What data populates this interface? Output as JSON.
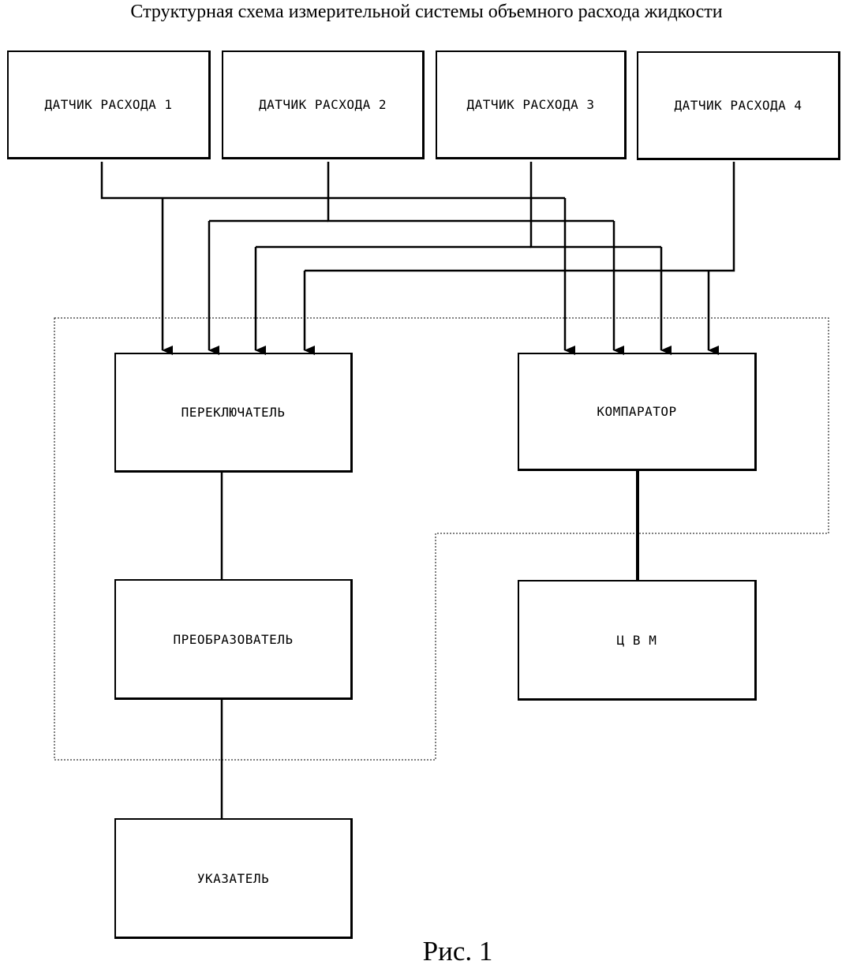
{
  "title": "Структурная схема измерительной системы объемного расхода жидкости",
  "caption": "Рис. 1",
  "blocks": {
    "sensor1": "ДАТЧИК РАСХОДА 1",
    "sensor2": "ДАТЧИК РАСХОДА 2",
    "sensor3": "ДАТЧИК РАСХОДА 3",
    "sensor4": "ДАТЧИК РАСХОДА 4",
    "switch": "ПЕРЕКЛЮЧАТЕЛЬ",
    "comparator": "КОМПАРАТОР",
    "converter": "ПРЕОБРАЗОВАТЕЛЬ",
    "computer": "Ц В М",
    "indicator": "УКАЗАТЕЛЬ"
  }
}
